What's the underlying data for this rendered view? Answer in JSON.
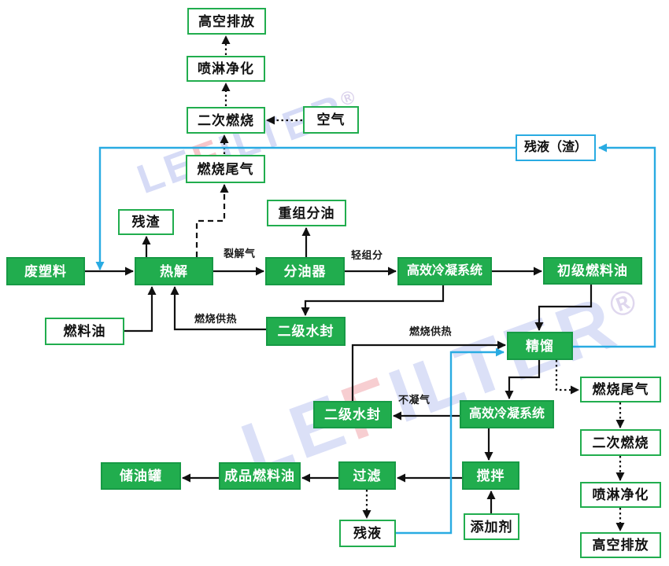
{
  "diagram": {
    "type": "flowchart",
    "language": "zh-CN",
    "colors": {
      "node_fill_green": "#21ad4e",
      "node_border_green": "#179a45",
      "recycle_line_blue": "#29abe2",
      "line_black": "#111111",
      "text_on_green": "#ffffff",
      "text_on_white": "#111111"
    }
  },
  "watermark": {
    "brand_prefix": "LE",
    "brand_accent": "F",
    "brand_suffix": "ILTER",
    "registered": "®"
  },
  "nodes": [
    {
      "id": "high-altitude-discharge-top",
      "label": "高空排放",
      "style": "white-green-border"
    },
    {
      "id": "spray-purification-top",
      "label": "喷淋净化",
      "style": "white-green-border"
    },
    {
      "id": "secondary-combustion-top",
      "label": "二次燃烧",
      "style": "white-green-border"
    },
    {
      "id": "air",
      "label": "空气",
      "style": "white-green-border"
    },
    {
      "id": "flue-gas-top",
      "label": "燃烧尾气",
      "style": "white-green-border"
    },
    {
      "id": "residual-slag",
      "label": "残液（渣）",
      "style": "white-blue-border"
    },
    {
      "id": "residue",
      "label": "残渣",
      "style": "white-green-border"
    },
    {
      "id": "heavy-fraction-oil",
      "label": "重组分油",
      "style": "white-green-border"
    },
    {
      "id": "waste-plastic",
      "label": "废塑料",
      "style": "green-filled"
    },
    {
      "id": "pyrolysis",
      "label": "热解",
      "style": "green-filled"
    },
    {
      "id": "oil-separator",
      "label": "分油器",
      "style": "green-filled"
    },
    {
      "id": "condensing-system-1",
      "label": "高效冷凝系统",
      "style": "green-filled"
    },
    {
      "id": "primary-fuel-oil",
      "label": "初级燃料油",
      "style": "green-filled"
    },
    {
      "id": "fuel-oil",
      "label": "燃料油",
      "style": "white-green-border"
    },
    {
      "id": "water-seal-1",
      "label": "二级水封",
      "style": "green-filled"
    },
    {
      "id": "distillation",
      "label": "精馏",
      "style": "green-filled"
    },
    {
      "id": "water-seal-2",
      "label": "二级水封",
      "style": "green-filled"
    },
    {
      "id": "condensing-system-2",
      "label": "高效冷凝系统",
      "style": "green-filled"
    },
    {
      "id": "flue-gas-right",
      "label": "燃烧尾气",
      "style": "white-green-border"
    },
    {
      "id": "secondary-combustion-right",
      "label": "二次燃烧",
      "style": "white-green-border"
    },
    {
      "id": "spray-purification-right",
      "label": "喷淋净化",
      "style": "white-green-border"
    },
    {
      "id": "high-altitude-discharge-right",
      "label": "高空排放",
      "style": "white-green-border"
    },
    {
      "id": "mixing",
      "label": "搅拌",
      "style": "green-filled"
    },
    {
      "id": "filtration",
      "label": "过滤",
      "style": "green-filled"
    },
    {
      "id": "finished-fuel-oil",
      "label": "成品燃料油",
      "style": "green-filled"
    },
    {
      "id": "oil-storage-tank",
      "label": "储油罐",
      "style": "green-filled"
    },
    {
      "id": "additive",
      "label": "添加剂",
      "style": "white-green-border"
    },
    {
      "id": "residual-liquid",
      "label": "残液",
      "style": "white-green-border"
    }
  ],
  "edge_labels": [
    {
      "id": "pyrolysis-gas",
      "text": "裂解气"
    },
    {
      "id": "light-fraction",
      "text": "轻组分"
    },
    {
      "id": "combustion-heat-left",
      "text": "燃烧供热"
    },
    {
      "id": "combustion-heat-right",
      "text": "燃烧供热"
    },
    {
      "id": "non-condensable-gas",
      "text": "不凝气"
    }
  ],
  "edges": [
    {
      "from": "waste-plastic",
      "to": "pyrolysis",
      "line": "solid-black"
    },
    {
      "from": "pyrolysis",
      "to": "residue",
      "line": "solid-black"
    },
    {
      "from": "pyrolysis",
      "to": "oil-separator",
      "line": "solid-black",
      "label": "裂解气"
    },
    {
      "from": "oil-separator",
      "to": "heavy-fraction-oil",
      "line": "solid-black"
    },
    {
      "from": "oil-separator",
      "to": "condensing-system-1",
      "line": "solid-black",
      "label": "轻组分"
    },
    {
      "from": "condensing-system-1",
      "to": "primary-fuel-oil",
      "line": "solid-black"
    },
    {
      "from": "condensing-system-1",
      "to": "water-seal-1",
      "line": "solid-black"
    },
    {
      "from": "primary-fuel-oil",
      "to": "distillation",
      "line": "solid-black"
    },
    {
      "from": "water-seal-1",
      "to": "pyrolysis",
      "line": "solid-black",
      "label": "燃烧供热"
    },
    {
      "from": "fuel-oil",
      "to": "pyrolysis",
      "line": "solid-black"
    },
    {
      "from": "distillation",
      "to": "condensing-system-2",
      "line": "solid-black"
    },
    {
      "from": "condensing-system-2",
      "to": "water-seal-2",
      "line": "solid-black",
      "label": "不凝气"
    },
    {
      "from": "water-seal-2",
      "to": "distillation",
      "line": "solid-black",
      "label": "燃烧供热"
    },
    {
      "from": "condensing-system-2",
      "to": "mixing",
      "line": "solid-black"
    },
    {
      "from": "additive",
      "to": "mixing",
      "line": "solid-black"
    },
    {
      "from": "mixing",
      "to": "filtration",
      "line": "solid-black"
    },
    {
      "from": "filtration",
      "to": "finished-fuel-oil",
      "line": "solid-black"
    },
    {
      "from": "finished-fuel-oil",
      "to": "oil-storage-tank",
      "line": "solid-black"
    },
    {
      "from": "pyrolysis",
      "to": "flue-gas-top",
      "line": "dashed-black"
    },
    {
      "from": "flue-gas-top",
      "to": "secondary-combustion-top",
      "line": "dotted-black"
    },
    {
      "from": "secondary-combustion-top",
      "to": "spray-purification-top",
      "line": "dotted-black"
    },
    {
      "from": "spray-purification-top",
      "to": "high-altitude-discharge-top",
      "line": "dotted-black"
    },
    {
      "from": "air",
      "to": "secondary-combustion-top",
      "line": "dotted-black"
    },
    {
      "from": "filtration",
      "to": "residual-liquid",
      "line": "dotted-black"
    },
    {
      "from": "distillation",
      "to": "flue-gas-right",
      "line": "dotted-black"
    },
    {
      "from": "flue-gas-right",
      "to": "secondary-combustion-right",
      "line": "dotted-black"
    },
    {
      "from": "secondary-combustion-right",
      "to": "spray-purification-right",
      "line": "dotted-black"
    },
    {
      "from": "spray-purification-right",
      "to": "high-altitude-discharge-right",
      "line": "dotted-black"
    },
    {
      "from": "distillation",
      "to": "residual-slag",
      "line": "solid-blue"
    },
    {
      "from": "residual-slag",
      "to": "pyrolysis",
      "line": "solid-blue"
    },
    {
      "from": "residual-liquid",
      "to": "distillation",
      "line": "solid-blue"
    }
  ]
}
